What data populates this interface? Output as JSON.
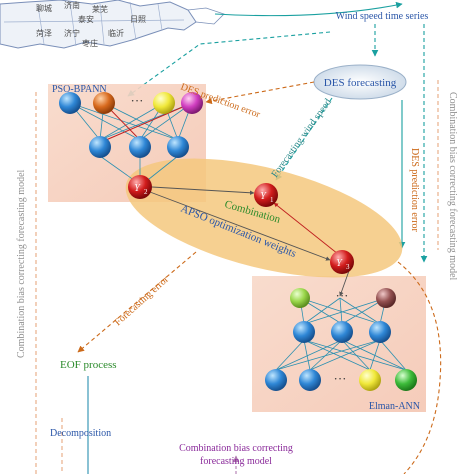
{
  "map": {
    "cities": [
      "聊城",
      "济南",
      "莱芜",
      "泰安",
      "日照",
      "菏泽",
      "济宁",
      "临沂",
      "枣庄"
    ]
  },
  "top": {
    "wind_series": "Wind speed time series",
    "des_forecasting": "DES forecasting"
  },
  "pso": {
    "title": "PSO-BPANN",
    "ellipsis": "···"
  },
  "elman": {
    "title": "Elman-ANN",
    "ellipsis_top": "···",
    "ellipsis_bottom": "···"
  },
  "labels": {
    "des_prediction_error_diag": "DES prediction error",
    "forecasting_wind_speed": "Forecasting wind speed",
    "des_prediction_error_vertical": "DES prediction error",
    "combination": "Combination",
    "apso": "APSO optimization weights",
    "forecasting_error": "Forecasting error",
    "left_vertical": "Combination bias correcting forecasting model",
    "right_vertical": "Combination bias correcting forecasting model",
    "eof": "EOF process",
    "decomposition": "Decomposition",
    "bottom_model_line1": "Combination bias correcting",
    "bottom_model_line2": "forecasting model"
  },
  "nodes": {
    "y1_main": "Y",
    "y1_sub": "1",
    "y2_main": "Y",
    "y2_sub": "2",
    "y3_main": "Y",
    "y3_sub": "3"
  },
  "colors": {
    "teal": "#1aa0a0",
    "orange": "#cc6a1a",
    "green_text": "#2a8a2a",
    "blue_text": "#2a56a8",
    "panel": "#f7d4c4",
    "ellipse": "#f5c87e",
    "red_node": "#d21c1c"
  }
}
